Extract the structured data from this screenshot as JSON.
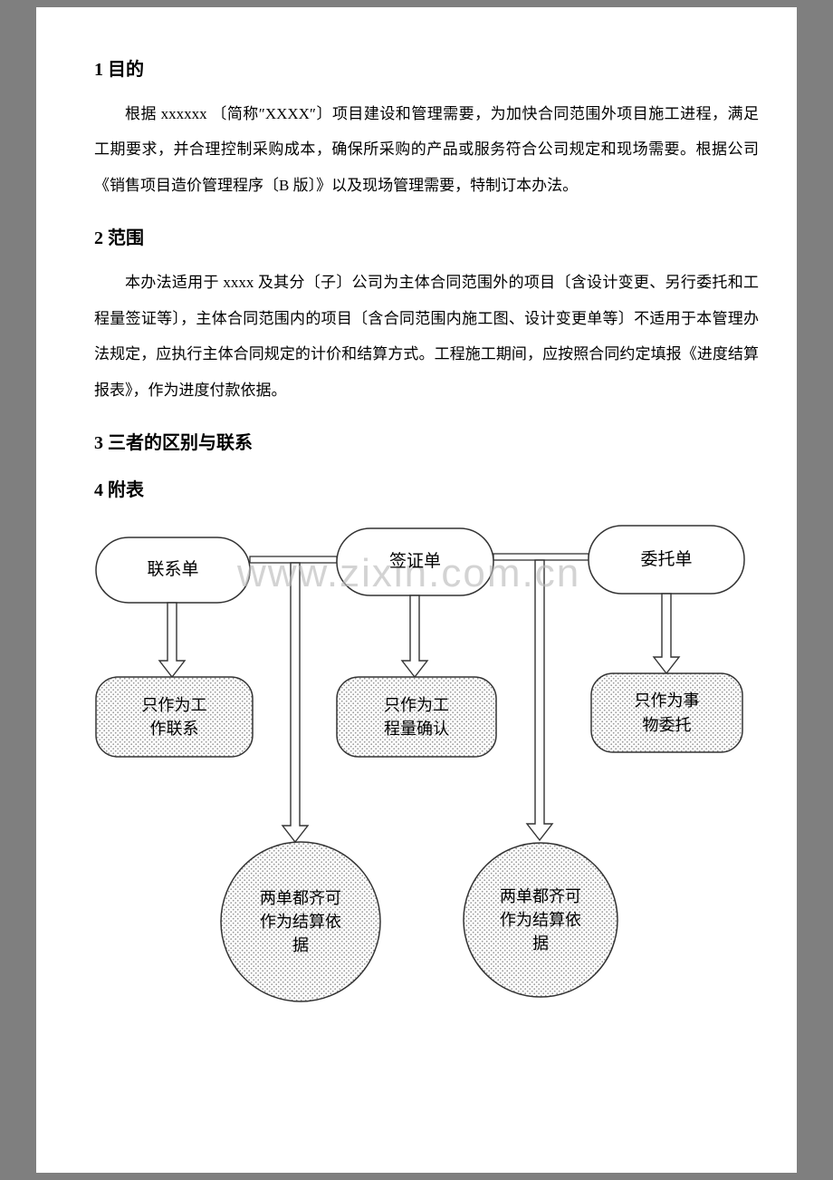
{
  "document": {
    "sections": [
      {
        "heading": "1 目的",
        "body": "根据 xxxxxx 〔简称″XXXX″〕项目建设和管理需要，为加快合同范围外项目施工进程，满足工期要求，并合理控制采购成本，确保所采购的产品或服务符合公司规定和现场需要。根据公司《销售项目造价管理程序〔B 版〕》以及现场管理需要，特制订本办法。"
      },
      {
        "heading": "2 范围",
        "body": "本办法适用于 xxxx 及其分〔子〕公司为主体合同范围外的项目〔含设计变更、另行委托和工程量签证等〕，主体合同范围内的项目〔含合同范围内施工图、设计变更单等〕不适用于本管理办法规定，应执行主体合同规定的计价和结算方式。工程施工期间，应按照合同约定填报《进度结算报表》，作为进度付款依据。"
      },
      {
        "heading": "3 三者的区别与联系",
        "body": ""
      },
      {
        "heading": "4 附表",
        "body": ""
      }
    ]
  },
  "watermark": "www.zixin.com.cn",
  "diagram": {
    "nodes": {
      "contact": "联系单",
      "visa": "签证单",
      "delegate": "委托单"
    },
    "outcomes": {
      "contact": "只作为工作联系",
      "visa": "只作为工程量确认",
      "delegate": "只作为事物委托"
    },
    "settlement_left": "两单都齐可作为结算依据",
    "settlement_right": "两单都齐可作为结算依据"
  },
  "colors": {
    "page_frame": "#7f7f7f",
    "page_bg": "#ffffff",
    "line": "#333333",
    "dot": "#9a9a9a"
  }
}
